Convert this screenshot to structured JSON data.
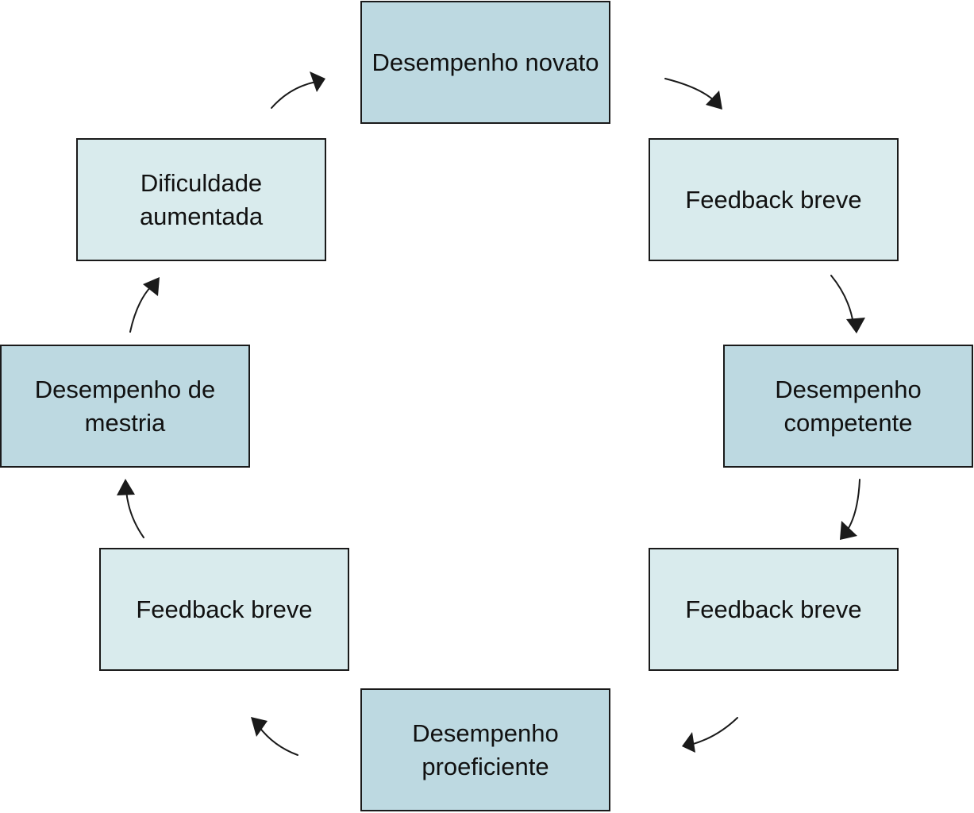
{
  "colors": {
    "performance_fill": "#bdd9e1",
    "feedback_fill": "#d9ebed",
    "border": "#1a1a1a",
    "arrow": "#1a1a1a"
  },
  "nodes": {
    "novice": {
      "label": "Desempenho novato"
    },
    "feedback_1": {
      "label": "Feedback breve"
    },
    "competent": {
      "label": "Desempenho\ncompetente"
    },
    "feedback_2": {
      "label": "Feedback breve"
    },
    "proficient": {
      "label": "Desempenho\nproeficiente"
    },
    "feedback_3": {
      "label": "Feedback breve"
    },
    "mastery": {
      "label": "Desempenho de\nmestria"
    },
    "difficulty": {
      "label": "Dificuldade\naumentada"
    }
  },
  "edges": [
    {
      "from": "novice",
      "to": "feedback_1"
    },
    {
      "from": "feedback_1",
      "to": "competent"
    },
    {
      "from": "competent",
      "to": "feedback_2"
    },
    {
      "from": "feedback_2",
      "to": "proficient"
    },
    {
      "from": "proficient",
      "to": "feedback_3"
    },
    {
      "from": "feedback_3",
      "to": "mastery"
    },
    {
      "from": "mastery",
      "to": "difficulty"
    },
    {
      "from": "difficulty",
      "to": "novice"
    }
  ]
}
